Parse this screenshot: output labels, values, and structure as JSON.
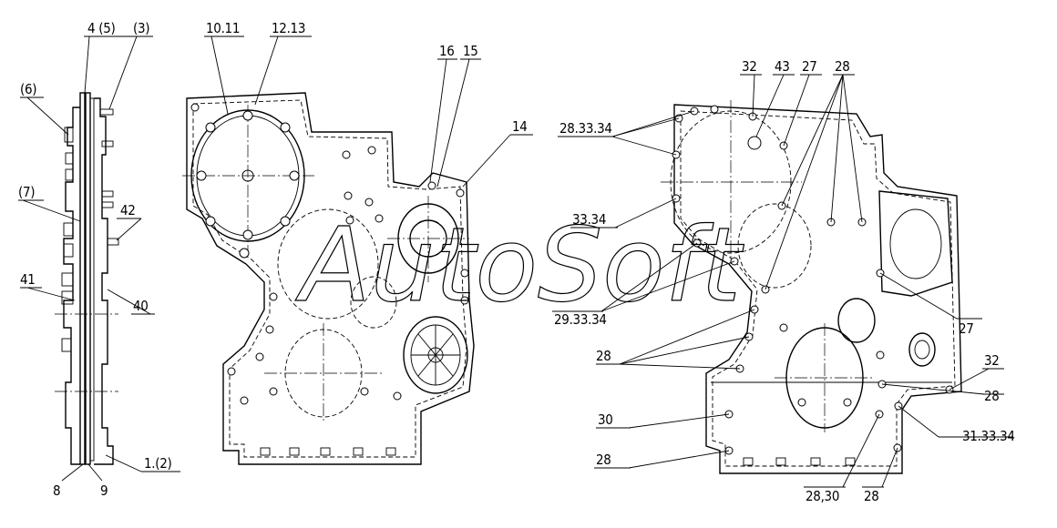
{
  "watermark": "AutoSoft",
  "view1_labels": {
    "a": "4 (5)",
    "b": "(3)",
    "c": "(6)",
    "d": "(7)",
    "e": "42",
    "f": "41",
    "g": "40",
    "h": "8",
    "i": "9",
    "j": "1.(2)"
  },
  "view2_labels": {
    "a": "10.11",
    "b": "12.13",
    "c": "16",
    "d": "15",
    "e": "14"
  },
  "view3_labels": {
    "a": "32",
    "b": "43",
    "c": "27",
    "d": "28",
    "e": "28.33.34",
    "f": "33.34",
    "g": "29.33.34",
    "h": "28",
    "i": "27",
    "j": "32",
    "k": "28",
    "l": "30",
    "m": "31.33.34",
    "n": "28",
    "o": "28,30",
    "p": "28"
  }
}
